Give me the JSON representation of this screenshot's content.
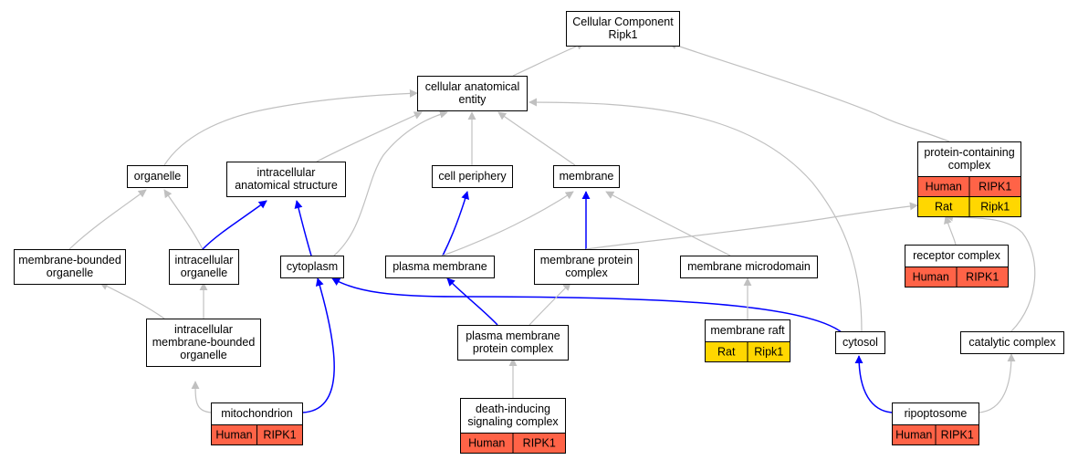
{
  "colors": {
    "human": "#ff6347",
    "rat": "#ffd700",
    "edge_gray": "#c0c0c0",
    "edge_blue": "#0000ff"
  },
  "nodes": {
    "root": {
      "lines": [
        "Cellular Component",
        "Ripk1"
      ]
    },
    "cae": {
      "lines": [
        "cellular anatomical",
        "entity"
      ]
    },
    "organelle": {
      "lines": [
        "organelle"
      ]
    },
    "ias": {
      "lines": [
        "intracellular",
        "anatomical structure"
      ]
    },
    "cellperiphery": {
      "lines": [
        "cell periphery"
      ]
    },
    "membrane": {
      "lines": [
        "membrane"
      ]
    },
    "pcc": {
      "lines": [
        "protein-containing",
        "complex"
      ],
      "rows": [
        [
          "Human",
          "RIPK1"
        ],
        [
          "Rat",
          "Ripk1"
        ]
      ]
    },
    "mbo": {
      "lines": [
        "membrane-bounded",
        "organelle"
      ]
    },
    "io": {
      "lines": [
        "intracellular",
        "organelle"
      ]
    },
    "cytoplasm": {
      "lines": [
        "cytoplasm"
      ]
    },
    "plasmamembrane": {
      "lines": [
        "plasma membrane"
      ]
    },
    "mpc": {
      "lines": [
        "membrane protein",
        "complex"
      ]
    },
    "mmd": {
      "lines": [
        "membrane microdomain"
      ]
    },
    "receptor": {
      "lines": [
        "receptor complex"
      ],
      "rows": [
        [
          "Human",
          "RIPK1"
        ]
      ]
    },
    "imbo": {
      "lines": [
        "intracellular",
        "membrane-bounded",
        "organelle"
      ]
    },
    "pmpc": {
      "lines": [
        "plasma membrane",
        "protein complex"
      ]
    },
    "raft": {
      "lines": [
        "membrane raft"
      ],
      "rows": [
        [
          "Rat",
          "Ripk1"
        ]
      ]
    },
    "cytosol": {
      "lines": [
        "cytosol"
      ]
    },
    "catalytic": {
      "lines": [
        "catalytic complex"
      ]
    },
    "mito": {
      "lines": [
        "mitochondrion"
      ],
      "rows": [
        [
          "Human",
          "RIPK1"
        ]
      ]
    },
    "disc": {
      "lines": [
        "death-inducing",
        "signaling complex"
      ],
      "rows": [
        [
          "Human",
          "RIPK1"
        ]
      ]
    },
    "ripopto": {
      "lines": [
        "ripoptosome"
      ],
      "rows": [
        [
          "Human",
          "RIPK1"
        ]
      ]
    }
  },
  "edges": [
    {
      "from": "cae",
      "to": "root",
      "color": "gray"
    },
    {
      "from": "pcc",
      "to": "root",
      "color": "gray"
    },
    {
      "from": "organelle",
      "to": "cae",
      "color": "gray"
    },
    {
      "from": "ias",
      "to": "cae",
      "color": "gray"
    },
    {
      "from": "cellperiphery",
      "to": "cae",
      "color": "gray"
    },
    {
      "from": "membrane",
      "to": "cae",
      "color": "gray"
    },
    {
      "from": "cytoplasm",
      "to": "cae",
      "color": "gray"
    },
    {
      "from": "cytosol",
      "to": "cae",
      "color": "gray"
    },
    {
      "from": "mbo",
      "to": "organelle",
      "color": "gray"
    },
    {
      "from": "io",
      "to": "organelle",
      "color": "gray"
    },
    {
      "from": "io",
      "to": "ias",
      "color": "blue"
    },
    {
      "from": "cytoplasm",
      "to": "ias",
      "color": "blue"
    },
    {
      "from": "plasmamembrane",
      "to": "cellperiphery",
      "color": "blue"
    },
    {
      "from": "plasmamembrane",
      "to": "membrane",
      "color": "gray"
    },
    {
      "from": "mpc",
      "to": "membrane",
      "color": "blue"
    },
    {
      "from": "mmd",
      "to": "membrane",
      "color": "gray"
    },
    {
      "from": "mpc",
      "to": "pcc",
      "color": "gray"
    },
    {
      "from": "receptor",
      "to": "pcc",
      "color": "gray"
    },
    {
      "from": "catalytic",
      "to": "pcc",
      "color": "gray"
    },
    {
      "from": "imbo",
      "to": "mbo",
      "color": "gray"
    },
    {
      "from": "imbo",
      "to": "io",
      "color": "gray"
    },
    {
      "from": "mito",
      "to": "imbo",
      "color": "gray"
    },
    {
      "from": "mito",
      "to": "cytoplasm",
      "color": "blue"
    },
    {
      "from": "cytosol",
      "to": "cytoplasm",
      "color": "blue"
    },
    {
      "from": "pmpc",
      "to": "plasmamembrane",
      "color": "blue"
    },
    {
      "from": "pmpc",
      "to": "mpc",
      "color": "gray"
    },
    {
      "from": "raft",
      "to": "mmd",
      "color": "gray"
    },
    {
      "from": "disc",
      "to": "pmpc",
      "color": "gray"
    },
    {
      "from": "ripopto",
      "to": "cytosol",
      "color": "blue"
    },
    {
      "from": "ripopto",
      "to": "catalytic",
      "color": "gray"
    }
  ]
}
